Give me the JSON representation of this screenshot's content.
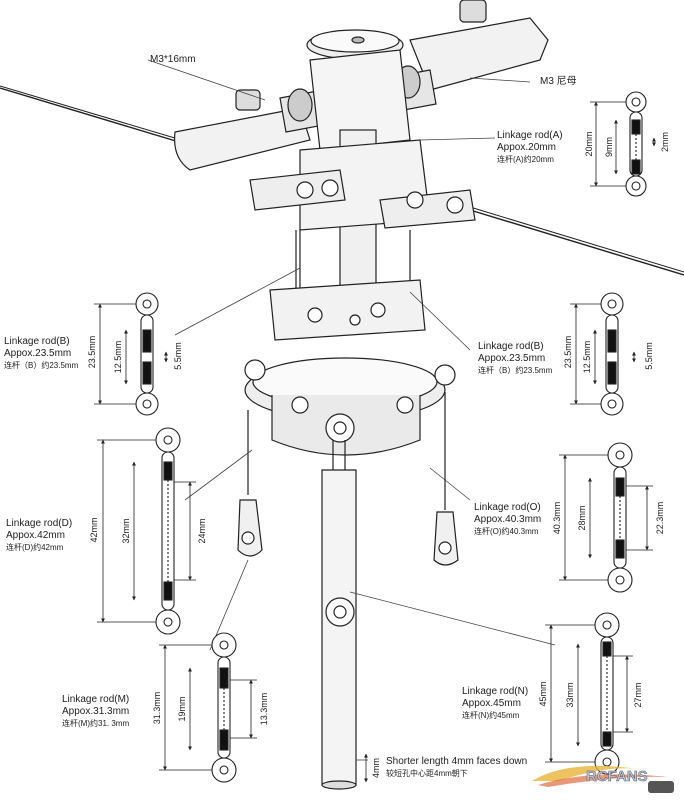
{
  "callouts": {
    "screw": "M3*16mm",
    "nut": "M3 尼母",
    "rod_a": [
      "Linkage rod(A)",
      "Appox.20mm",
      "连杆(A)约20mm"
    ],
    "rod_b_left": [
      "Linkage rod(B)",
      "Appox.23.5mm",
      "连杆（B）约23.5mm"
    ],
    "rod_b_right": [
      "Linkage rod(B)",
      "Appox.23.5mm",
      "连杆（B）约23.5mm"
    ],
    "rod_d": [
      "Linkage rod(D)",
      "Appox.42mm",
      "连杆(D)约42mm"
    ],
    "rod_o": [
      "Linkage rod(O)",
      "Appox.40.3mm",
      "连杆(O)约40.3mm"
    ],
    "rod_m": [
      "Linkage rod(M)",
      "Appox.31.3mm",
      "连杆(M)约31. 3mm"
    ],
    "rod_n": [
      "Linkage rod(N)",
      "Appox.45mm",
      "连杆(N)约45mm"
    ],
    "shaft": [
      "Shorter length 4mm faces down",
      "较短孔中心距4mm朝下"
    ]
  },
  "dimensions": {
    "a": [
      "20mm",
      "9mm",
      "2mm"
    ],
    "b_left": [
      "23.5mm",
      "12.5mm",
      "5.5mm"
    ],
    "b_right": [
      "23.5mm",
      "12.5mm",
      "5.5mm"
    ],
    "d": [
      "42mm",
      "32mm",
      "24mm"
    ],
    "o": [
      "40.3mm",
      "28mm",
      "22.3mm"
    ],
    "m": [
      "31.3mm",
      "19mm",
      "13.3mm"
    ],
    "n": [
      "45mm",
      "33mm",
      "27mm"
    ],
    "shaft": "4mm"
  },
  "watermark": "RCFANS"
}
